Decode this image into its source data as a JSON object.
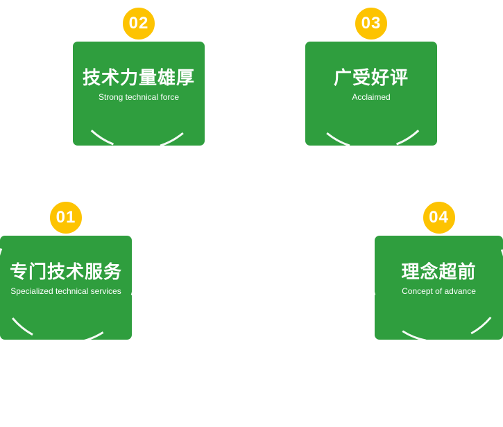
{
  "colors": {
    "card_green": "#2f9e3e",
    "badge_yellow": "#fdc301",
    "text_white": "#ffffff"
  },
  "cards": [
    {
      "id": "card-01",
      "number": "01",
      "title": "专门技术服务",
      "subtitle": "Specialized technical services"
    },
    {
      "id": "card-02",
      "number": "02",
      "title": "技术力量雄厚",
      "subtitle": "Strong technical force"
    },
    {
      "id": "card-03",
      "number": "03",
      "title": "广受好评",
      "subtitle": "Acclaimed"
    },
    {
      "id": "card-04",
      "number": "04",
      "title": "理念超前",
      "subtitle": "Concept of advance"
    }
  ]
}
